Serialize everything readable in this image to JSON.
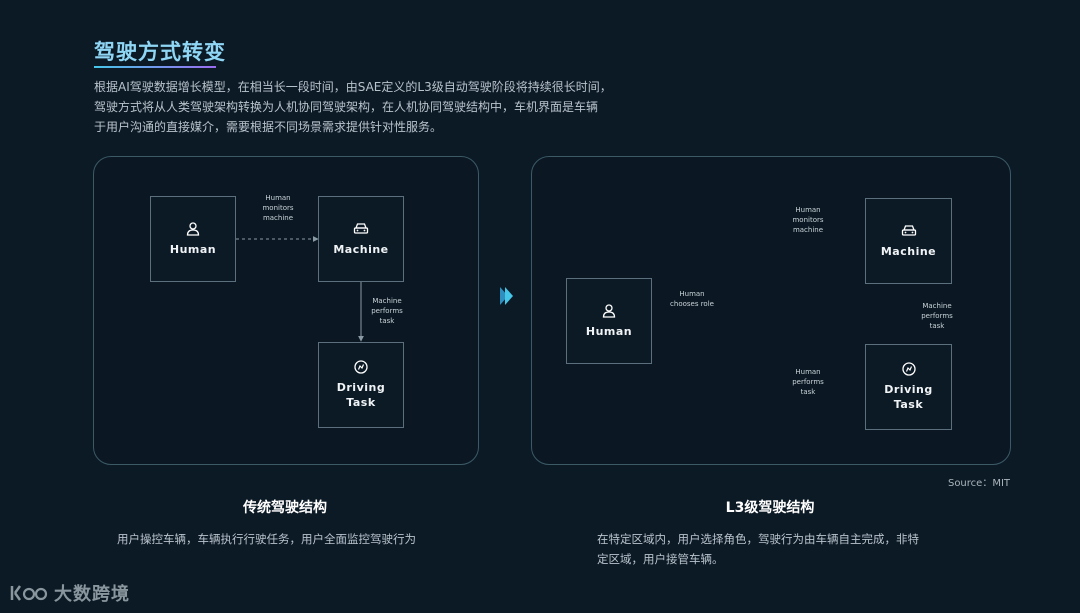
{
  "header": {
    "title": "驾驶方式转变",
    "intro_lines": [
      "根据AI驾驶数据增长模型，在相当长一段时间，由SAE定义的L3级自动驾驶阶段将持续很长时间，",
      "驾驶方式将从人类驾驶架构转换为人机协同驾驶架构，在人机协同驾驶结构中，车机界面是车辆",
      "于用户沟通的直接媒介，需要根据不同场景需求提供针对性服务。"
    ]
  },
  "left_diagram": {
    "nodes": {
      "human": "Human",
      "machine": "Machine",
      "task": "Driving\nTask"
    },
    "edges": {
      "human_machine": "Human\nmonitors\nmachine",
      "machine_task": "Machine\nperforms\ntask"
    },
    "caption_title": "传统驾驶结构",
    "caption_text": "用户操控车辆，车辆执行行驶任务，用户全面监控驾驶行为"
  },
  "right_diagram": {
    "nodes": {
      "human": "Human",
      "machine": "Machine",
      "task": "Driving\nTask"
    },
    "edges": {
      "human_choice": "Human\nchooses role",
      "choice_machine": "Human\nmonitors\nmachine",
      "machine_task": "Machine\nperforms\ntask",
      "choice_task": "Human\nperforms\ntask"
    },
    "caption_title": "L3级驾驶结构",
    "caption_lines": [
      "在特定区域内，用户选择角色，驾驶行为由车辆自主完成，非特",
      "定区域，用户接管车辆。"
    ]
  },
  "source": "Source：MIT",
  "brand": {
    "logo_text": "大数跨境"
  },
  "colors": {
    "background": "#0c1a26",
    "title": "#8fd6f5",
    "line": "#8a9aa5",
    "accent": "#46c6e8"
  }
}
